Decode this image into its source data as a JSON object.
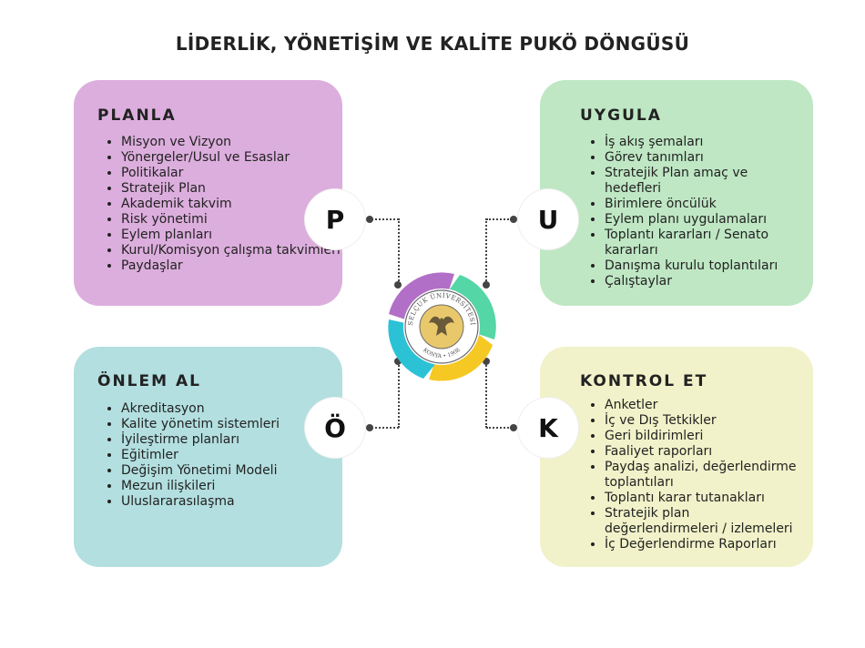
{
  "title": "LİDERLİK, YÖNETİŞİM VE KALİTE PUKÖ DÖNGÜSÜ",
  "panels": {
    "planla": {
      "heading": "PLANLA",
      "letter": "P",
      "color": "#dcaedd",
      "items": [
        "Misyon ve Vizyon",
        "Yönergeler/Usul ve Esaslar",
        "Politikalar",
        "Stratejik Plan",
        "Akademik takvim",
        "Risk yönetimi",
        "Eylem planları",
        "Kurul/Komisyon çalışma takvimleri",
        "Paydaşlar"
      ]
    },
    "uygula": {
      "heading": "UYGULA",
      "letter": "U",
      "color": "#bfe7c4",
      "items": [
        "İş akış şemaları",
        "Görev tanımları",
        "Stratejik Plan amaç ve hedefleri",
        "Birimlere öncülük",
        "Eylem planı uygulamaları",
        "Toplantı kararları / Senato kararları",
        "Danışma kurulu toplantıları",
        "Çalıştaylar"
      ]
    },
    "onlem": {
      "heading": "ÖNLEM AL",
      "letter": "Ö",
      "color": "#b3dfe0",
      "items": [
        "Akreditasyon",
        "Kalite yönetim sistemleri",
        "İyileştirme planları",
        "Eğitimler",
        "Değişim Yönetimi Modeli",
        "Mezun ilişkileri",
        "Uluslararasılaşma"
      ]
    },
    "kontrol": {
      "heading": "KONTROL ET",
      "letter": "K",
      "color": "#f1f2c9",
      "items": [
        "Anketler",
        "İç ve Dış Tetkikler",
        "Geri bildirimleri",
        "Faaliyet raporları",
        "Paydaş analizi, değerlendirme toplantıları",
        "Toplantı karar tutanakları",
        "Stratejik plan değerlendirmeleri / izlemeleri",
        "İç Değerlendirme Raporları"
      ]
    }
  },
  "logo": {
    "text_top": "SELÇUK ÜNİVERSİTESİ",
    "text_bottom": "KONYA • 1908"
  },
  "cycle_colors": [
    "#b26fc7",
    "#55d6a6",
    "#f6c823",
    "#2cc2d6"
  ]
}
